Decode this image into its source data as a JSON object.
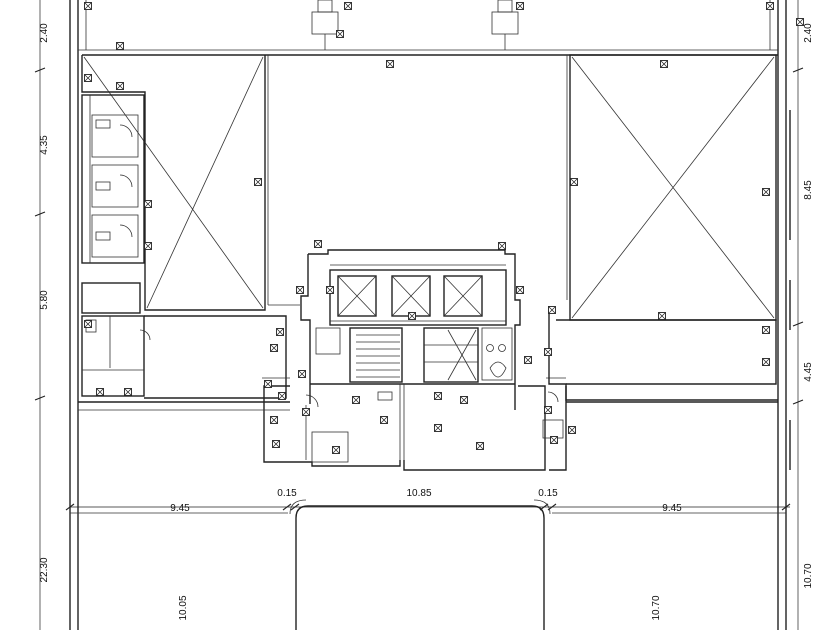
{
  "drawing": {
    "left_dimensions": [
      "2.40",
      "4.35",
      "5.80",
      "22.30"
    ],
    "right_dimensions": [
      "2.40",
      "8.45",
      "4.45",
      "10.70"
    ],
    "bottom_span_dimensions": [
      "9.45",
      "0.15",
      "10.85",
      "0.15",
      "9.45"
    ],
    "interior_dimensions": [
      "10.05",
      "10.70"
    ],
    "line_color": "#222222",
    "background_color": "#ffffff"
  }
}
